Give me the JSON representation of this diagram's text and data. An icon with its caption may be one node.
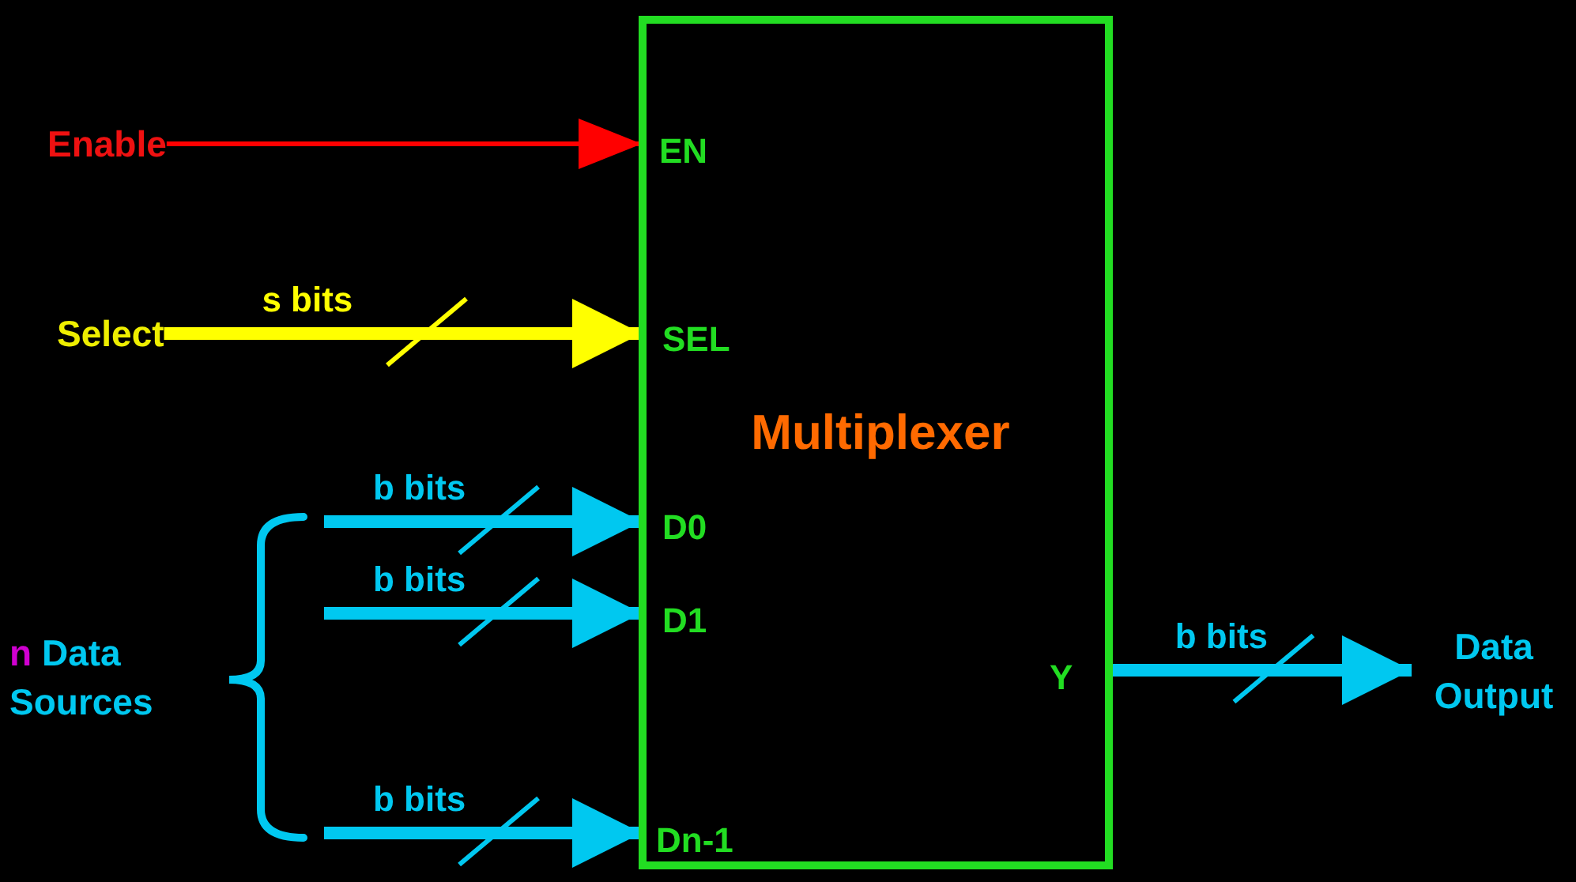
{
  "diagram": {
    "nodes": [
      {
        "text": [
          "EN",
          "SEL",
          "Multiplexer",
          "D0",
          "D1",
          "Y",
          "Dn-1"
        ]
      },
      {
        "text": [
          "Enable"
        ]
      },
      {
        "text": [
          "Select"
        ]
      },
      {
        "text": [
          "n",
          "Data Sources"
        ]
      },
      {
        "text": [
          "Data Output"
        ]
      }
    ],
    "edges": [
      {
        "from": 1,
        "to": 0,
        "arrow": "to",
        "color": "#ff0000"
      },
      {
        "from": 2,
        "to": 0,
        "arrow": "to",
        "label": "s bits",
        "color": "#ffff00"
      },
      {
        "from": null,
        "to": 0,
        "arrow": "to",
        "label": "b bits"
      },
      {
        "from": null,
        "to": 0,
        "arrow": "to",
        "label": "b bits"
      },
      {
        "from": null,
        "to": 0,
        "arrow": "to",
        "label": "b bits"
      },
      {
        "from": 0,
        "to": 4,
        "arrow": "to",
        "label": "b bits"
      }
    ]
  }
}
